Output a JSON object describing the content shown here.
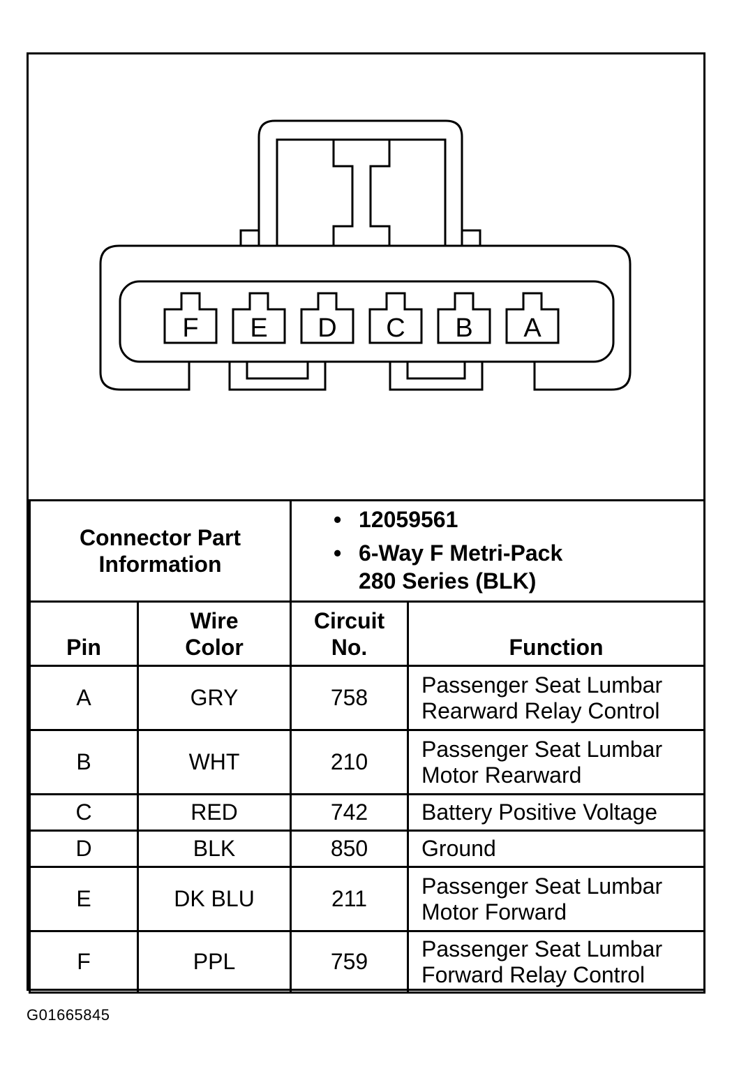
{
  "connector": {
    "pin_letters": [
      "F",
      "E",
      "D",
      "C",
      "B",
      "A"
    ]
  },
  "part_info": {
    "label_line1": "Connector Part",
    "label_line2": "Information",
    "part_number": "12059561",
    "description_line1": "6-Way F Metri-Pack",
    "description_line2": "280 Series (BLK)"
  },
  "table": {
    "headers": {
      "pin": "Pin",
      "wire_color_line1": "Wire",
      "wire_color_line2": "Color",
      "circuit_line1": "Circuit",
      "circuit_line2": "No.",
      "function": "Function"
    },
    "rows": [
      {
        "pin": "A",
        "color": "GRY",
        "circuit": "758",
        "function": [
          "Passenger Seat Lumbar",
          "Rearward Relay Control"
        ]
      },
      {
        "pin": "B",
        "color": "WHT",
        "circuit": "210",
        "function": [
          "Passenger Seat Lumbar",
          "Motor Rearward"
        ]
      },
      {
        "pin": "C",
        "color": "RED",
        "circuit": "742",
        "function": [
          "Battery Positive Voltage"
        ]
      },
      {
        "pin": "D",
        "color": "BLK",
        "circuit": "850",
        "function": [
          "Ground"
        ]
      },
      {
        "pin": "E",
        "color": "DK BLU",
        "circuit": "211",
        "function": [
          "Passenger Seat Lumbar",
          "Motor Forward"
        ]
      },
      {
        "pin": "F",
        "color": "PPL",
        "circuit": "759",
        "function": [
          "Passenger Seat Lumbar",
          "Forward Relay Control"
        ]
      }
    ]
  },
  "figure_id": "G01665845"
}
